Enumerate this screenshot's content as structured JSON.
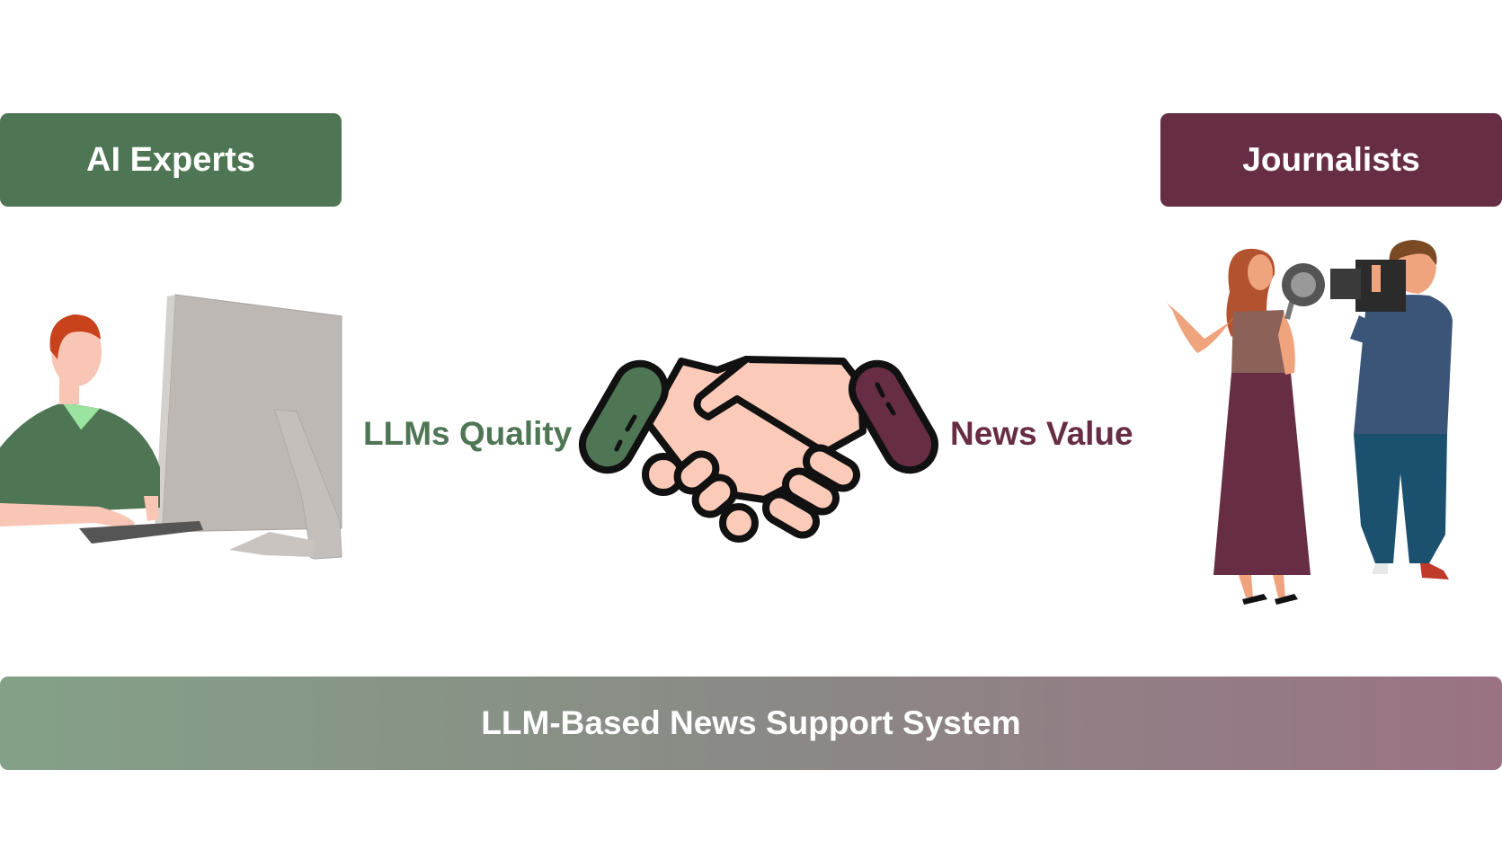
{
  "left_group": {
    "label": "AI Experts",
    "color": "#4f7654",
    "illustration_icon": "developer-at-computer-icon"
  },
  "right_group": {
    "label": "Journalists",
    "color": "#672d44",
    "illustration_icon": "reporter-and-camera-operator-icon"
  },
  "center": {
    "left_label": "LLMs Quality",
    "right_label": "News Value",
    "icon": "handshake-icon"
  },
  "bottom": {
    "label": "LLM-Based News Support System",
    "gradient": [
      "#84a187",
      "#9a7284"
    ]
  }
}
